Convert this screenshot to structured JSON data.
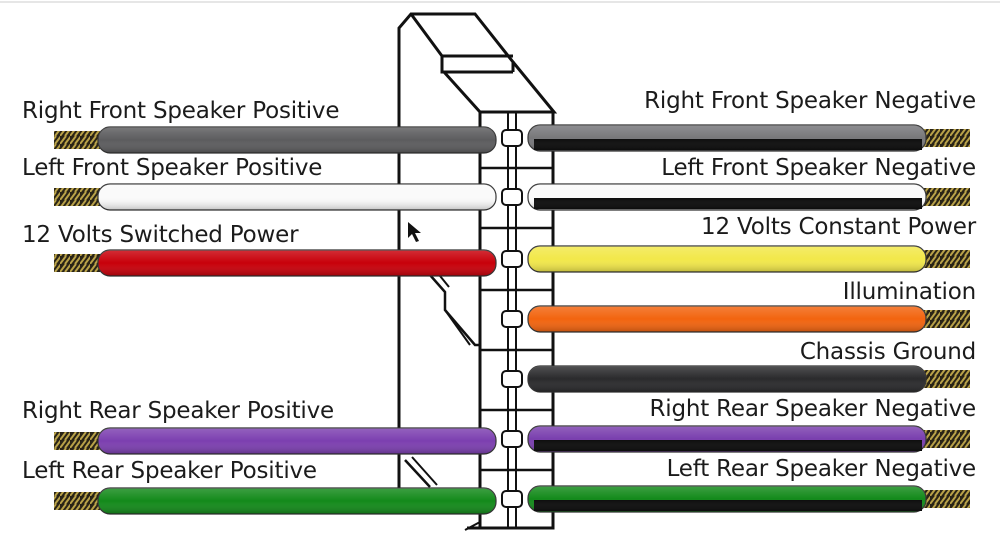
{
  "title": "Car Stereo Wiring Harness Color Code",
  "cursor": "arrow-pointer",
  "left_wires": [
    {
      "label": "Right Front Speaker Positive",
      "color": "#5c5c5e",
      "stripe": null
    },
    {
      "label": "Left Front Speaker Positive",
      "color": "#fafafa",
      "stripe": null
    },
    {
      "label": "12 Volts Switched Power",
      "color": "#c8000a",
      "stripe": null
    },
    {
      "label": "Right Rear Speaker Positive",
      "color": "#7c3fb0",
      "stripe": null
    },
    {
      "label": "Left Rear Speaker Positive",
      "color": "#138a1a",
      "stripe": null
    }
  ],
  "right_wires": [
    {
      "label": "Right Front Speaker Negative",
      "color": "#77777a",
      "stripe": "#0a0a0a"
    },
    {
      "label": "Left Front Speaker Negative",
      "color": "#fafafa",
      "stripe": "#0a0a0a"
    },
    {
      "label": "12 Volts Constant Power",
      "color": "#f2e84a",
      "stripe": null
    },
    {
      "label": "Illumination",
      "color": "#f2640f",
      "stripe": null
    },
    {
      "label": "Chassis Ground",
      "color": "#2a2a2c",
      "stripe": null
    },
    {
      "label": "Right Rear Speaker Negative",
      "color": "#7a3fae",
      "stripe": "#0a0a0a"
    },
    {
      "label": "Left Rear Speaker Negative",
      "color": "#138a1a",
      "stripe": "#0a0a0a"
    }
  ],
  "tip_color": "#2a2416",
  "tip_strand_color": "#b9a248"
}
